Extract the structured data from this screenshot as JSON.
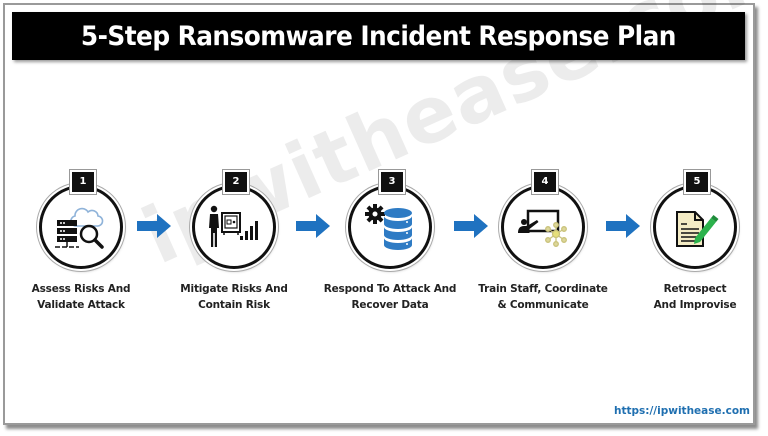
{
  "title": "5-Step Ransomware Incident Response Plan",
  "watermark": "ipwithease.com",
  "footer_url": "https://ipwithease.com",
  "colors": {
    "title_bg": "#000000",
    "arrow": "#1f72c0",
    "database": "#2e7bc4",
    "check": "#2bb24c",
    "document": "#f3ebc4",
    "network": "#c9c27a",
    "url": "#1f6fb0"
  },
  "steps": [
    {
      "number": "1",
      "icon": "server-cloud-search-icon",
      "label_line1": "Assess Risks And",
      "label_line2": "Validate Attack"
    },
    {
      "number": "2",
      "icon": "person-safe-chart-icon",
      "label_line1": "Mitigate Risks And",
      "label_line2": "Contain Risk"
    },
    {
      "number": "3",
      "icon": "gear-database-icon",
      "label_line1": "Respond To Attack And",
      "label_line2": "Recover Data"
    },
    {
      "number": "4",
      "icon": "presenter-network-icon",
      "label_line1": "Train Staff, Coordinate",
      "label_line2": "& Communicate"
    },
    {
      "number": "5",
      "icon": "document-pencil-icon",
      "label_line1": "Retrospect",
      "label_line2": "And Improvise"
    }
  ],
  "arrows": [
    "arrow-right-icon",
    "arrow-right-icon",
    "arrow-right-icon",
    "arrow-right-icon"
  ]
}
